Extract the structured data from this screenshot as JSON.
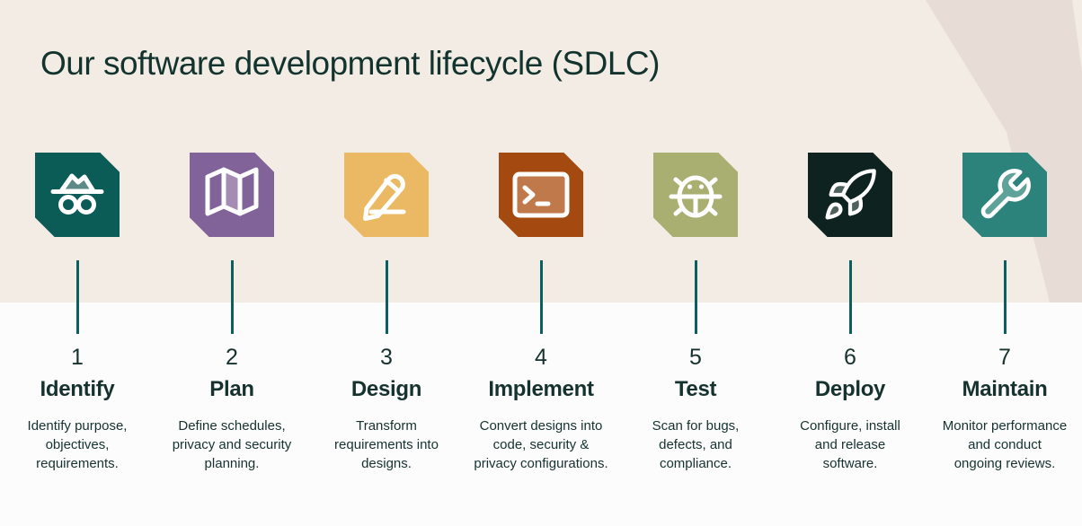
{
  "title": "Our software development lifecycle (SDLC)",
  "colors": {
    "header_background": "#F2ECE4",
    "header_decoration": "#E7DDD6",
    "body_background": "#FCFCFD",
    "text": "#16322E",
    "connector_line": "#0B5F63"
  },
  "steps": [
    {
      "number": "1",
      "title": "Identify",
      "description": "Identify purpose,\nobjectives,\nrequirements.",
      "icon": "incognito-icon",
      "tile_color": "#0B5B57"
    },
    {
      "number": "2",
      "title": "Plan",
      "description": "Define schedules,\nprivacy and security\nplanning.",
      "icon": "map-icon",
      "tile_color": "#81639A"
    },
    {
      "number": "3",
      "title": "Design",
      "description": "Transform\nrequirements into\ndesigns.",
      "icon": "pencil-icon",
      "tile_color": "#EBB963"
    },
    {
      "number": "4",
      "title": "Implement",
      "description": "Convert designs into\ncode, security &\nprivacy configurations.",
      "icon": "terminal-icon",
      "tile_color": "#A4490F"
    },
    {
      "number": "5",
      "title": "Test",
      "description": "Scan for bugs,\ndefects, and\ncompliance.",
      "icon": "bug-icon",
      "tile_color": "#A9AE71"
    },
    {
      "number": "6",
      "title": "Deploy",
      "description": "Configure, install\nand release\nsoftware.",
      "icon": "rocket-icon",
      "tile_color": "#0E221F"
    },
    {
      "number": "7",
      "title": "Maintain",
      "description": "Monitor performance\nand conduct\nongoing reviews.",
      "icon": "wrench-icon",
      "tile_color": "#2B837B"
    }
  ]
}
